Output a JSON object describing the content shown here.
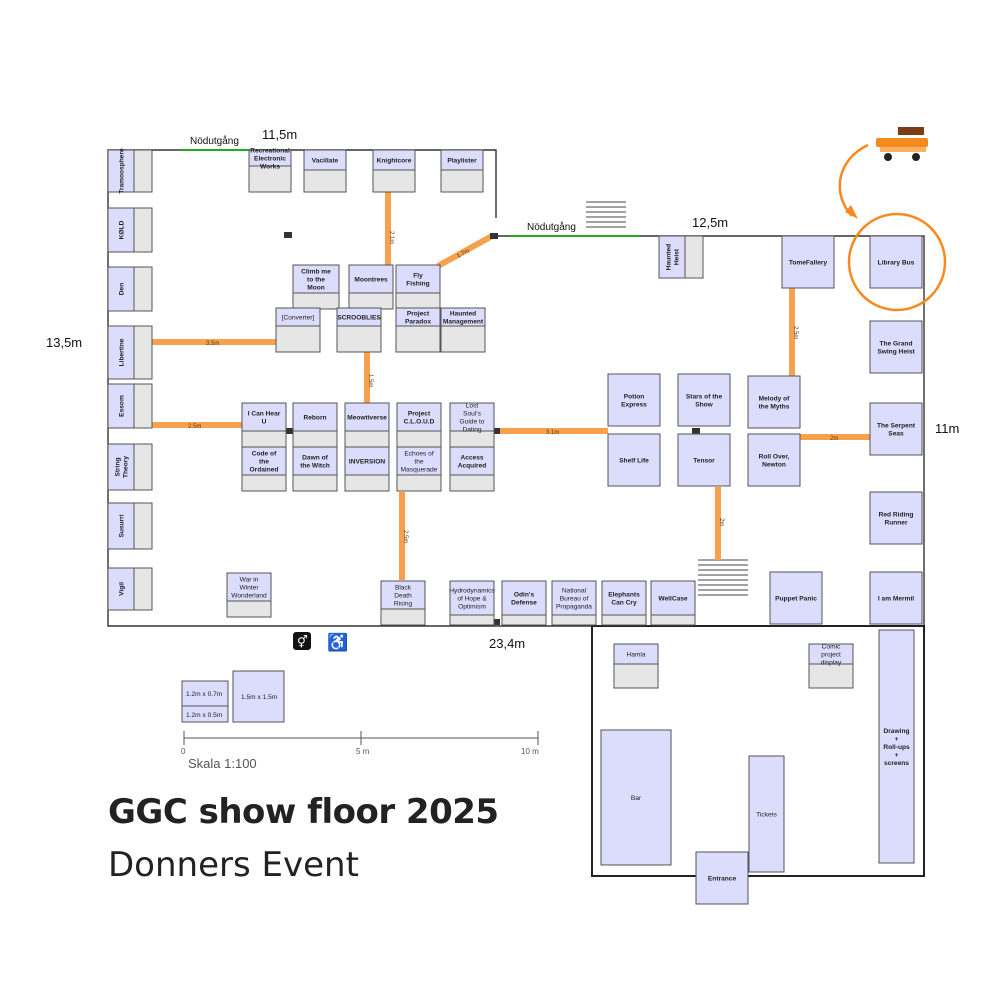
{
  "title": "GGC show floor 2025",
  "subtitle": "Donners Event",
  "dimensions": {
    "top_left": "11,5m",
    "top_right": "12,5m",
    "left": "13,5m",
    "right": "11m",
    "bottom": "23,4m"
  },
  "emergency_exit": "Nödutgång",
  "legend": {
    "small_a": "1.2m x 0.7m",
    "small_b": "1.2m x 0.5m",
    "large": "1.5m x 1.5m"
  },
  "scale": {
    "label": "Skala 1:100",
    "ticks": [
      "0",
      "5 m",
      "10 m"
    ]
  },
  "paths": [
    "2.1m",
    "1.7m",
    "3.5m",
    "1.5m",
    "2.5m",
    "3.1m",
    "2.5m",
    "2m",
    "2m",
    "2.5m"
  ],
  "booths": {
    "trampolin": "Tramoosphere",
    "kbld": "KØLD",
    "den": "Den",
    "libertine": "Libertine",
    "essom": "Essom",
    "string_theory": "String Theory",
    "susurri": "Susurri",
    "vigil": "Vigil",
    "rew": "Recreational Electronic Works",
    "vacillate": "Vacillate",
    "knightcore": "Knightcore",
    "playlister": "Playlister",
    "climb": "Climb me to the Moon",
    "moontrees": "Moontrees",
    "flyfishing": "Fly Fishing",
    "converter": "[Converter]",
    "scrooblies": "SCROOBLIES",
    "paradox": "Project Paradox",
    "haunted_mgmt": "Haunted Management",
    "hear_u": "I Can Hear U",
    "reborn": "Reborn",
    "meowtiverse": "Meowtiverse",
    "cloud": "Project C.L.O.U.D",
    "lost_souls": "Lost Soul's Guide to Dating",
    "ordained": "Code of the Ordained",
    "dawn_witch": "Dawn of the Witch",
    "inversion": "INVERSION",
    "echoes": "Echoes of the Masquerade",
    "access": "Access Acquired",
    "war_winter": "War in Winter Wonderland",
    "black_death": "Black Death Rising",
    "hydro": "Hydrodynamics of Hope & Optimism",
    "odins": "Odin's Defense",
    "national": "National Bureau of Propaganda",
    "elephants": "Elephants Can Cry",
    "wellcase": "WellCase",
    "puppet": "Puppet Panic",
    "haunted_heist": "Haunted Heist",
    "tomefallery": "TomeFallery",
    "library_bus": "Library Bus",
    "potion": "Potion Express",
    "stars": "Stars of the Show",
    "melody": "Melody of the Myths",
    "grand_swing": "The Grand Swing Heist",
    "shelf": "Shelf Life",
    "tensor": "Tensor",
    "rollover": "Roll Over, Newton",
    "serpent": "The Serpent Seas",
    "red_riding": "Red Riding Runner",
    "mermil": "I am Mermil",
    "hamla": "Hamla",
    "comic": "Comic project display",
    "bar": "Bar",
    "tickets": "Tickets",
    "drawing": "Drawing + Roll-ups + screens",
    "entrance": "Entrance"
  },
  "colors": {
    "booth": "#dcdcfd",
    "booth_base": "#e6e6e6",
    "path": "#f7a04d",
    "exit_line": "#22aa22",
    "bus_marker": "#f58a1f"
  }
}
